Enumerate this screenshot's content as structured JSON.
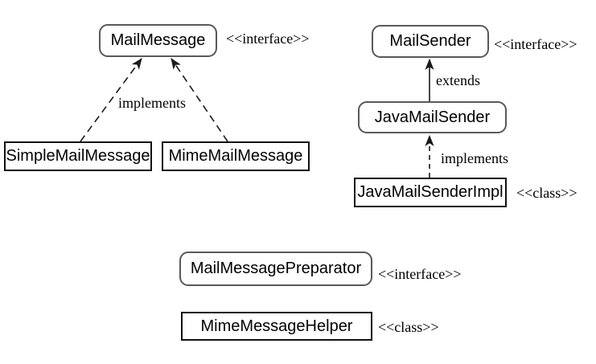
{
  "diagram": {
    "type": "uml-class-diagram",
    "background": "#ffffff",
    "colors": {
      "line": "#1a1a1a",
      "rounded_node_border": "#595959",
      "rect_node_border": "#111111",
      "text": "#000000"
    },
    "nodes": [
      {
        "id": "mail-message",
        "label": "MailMessage",
        "stereotype": "<<interface>>",
        "shape": "rounded"
      },
      {
        "id": "simple-mail-message",
        "label": "SimpleMailMessage",
        "stereotype": "",
        "shape": "rect"
      },
      {
        "id": "mime-mail-message",
        "label": "MimeMailMessage",
        "stereotype": "",
        "shape": "rect"
      },
      {
        "id": "mail-sender",
        "label": "MailSender",
        "stereotype": "<<interface>>",
        "shape": "rounded"
      },
      {
        "id": "java-mail-sender",
        "label": "JavaMailSender",
        "stereotype": "",
        "shape": "rounded"
      },
      {
        "id": "java-mail-sender-impl",
        "label": "JavaMailSenderImpl",
        "stereotype": "<<class>>",
        "shape": "rect"
      },
      {
        "id": "mail-message-preparator",
        "label": "MailMessagePreparator",
        "stereotype": "<<interface>>",
        "shape": "rounded"
      },
      {
        "id": "mime-message-helper",
        "label": "MimeMessageHelper",
        "stereotype": "<<class>>",
        "shape": "rect"
      }
    ],
    "edges": [
      {
        "from": "SimpleMailMessage",
        "to": "MailMessage",
        "label": "implements",
        "style": "dashed"
      },
      {
        "from": "MimeMailMessage",
        "to": "MailMessage",
        "label": "implements",
        "style": "dashed"
      },
      {
        "from": "JavaMailSender",
        "to": "MailSender",
        "label": "extends",
        "style": "solid"
      },
      {
        "from": "JavaMailSenderImpl",
        "to": "JavaMailSender",
        "label": "implements",
        "style": "dashed"
      }
    ]
  }
}
